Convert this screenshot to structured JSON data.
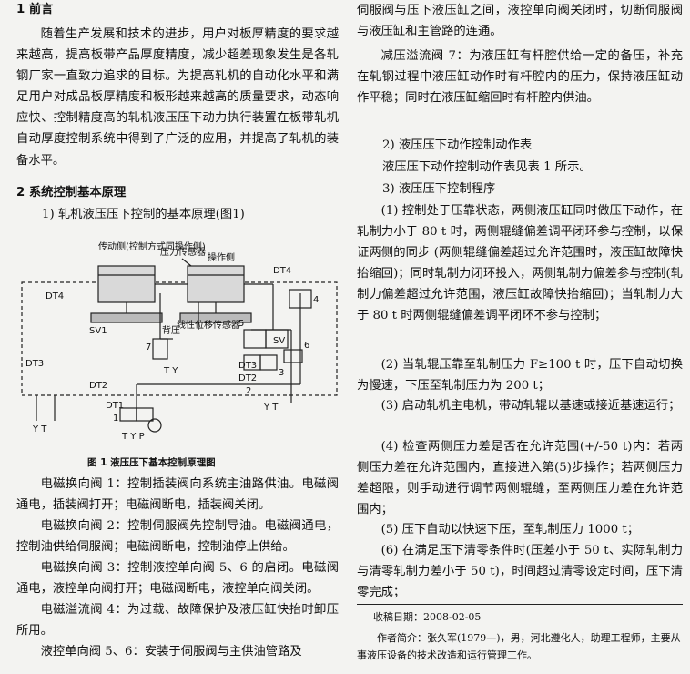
{
  "left": {
    "h1": "1  前言",
    "p1": "随着生产发展和技术的进步，用户对板厚精度的要求越来越高，提高板带产品厚度精度，减少超差现象发生是各轧钢厂家一直致力追求的目标。为提高轧机的自动化水平和满足用户对成品板厚精度和板形越来越高的质量要求，动态响应快、控制精度高的轧机液压压下动力执行装置在板带轧机自动厚度控制系统中得到了广泛的应用，并提高了轧机的装备水平。",
    "h2": "2  系统控制基本原理",
    "sub1": "1) 轧机液压压下控制的基本原理(图1)",
    "diagram": {
      "l_transmission": "传动侧(控制方式同操作侧)",
      "l_pressure": "压力传感器",
      "l_operation": "操作侧",
      "l_backpressure": "背压",
      "l_linear": "线性位移传感器",
      "l_dt4a": "DT4",
      "l_dt4b": "DT4",
      "l_sv1": "SV1",
      "l_sv": "SV",
      "l_dt3a": "DT3",
      "l_dt3b": "DT3",
      "l_dt2a": "DT2",
      "l_dt2b": "DT2",
      "l_dt1": "DT1",
      "l_n7": "7",
      "l_n2": "2",
      "l_n3": "3",
      "l_n4": "4",
      "l_n5": "5",
      "l_n6": "6",
      "l_n1": "1",
      "l_t1": "T Y",
      "l_t2": "Y  T",
      "l_t3": "Y T",
      "l_t4": "T Y  P"
    },
    "caption": "图 1   液压压下基本控制原理图",
    "p2": "电磁换向阀 1：控制插装阀向系统主油路供油。电磁阀通电，插装阀打开；电磁阀断电，插装阀关闭。",
    "p3": "电磁换向阀 2：控制伺服阀先控制导油。电磁阀通电，控制油供给伺服阀；电磁阀断电，控制油停止供给。",
    "p4": "电磁换向阀 3：控制液控单向阀 5、6 的启闭。电磁阀通电，液控单向阀打开；电磁阀断电，液控单向阀关闭。",
    "p5": "电磁溢流阀 4：为过载、故障保护及液压缸快抬时卸压所用。",
    "p6": "液控单向阀 5、6：安装于伺服阀与主供油管路及"
  },
  "right": {
    "p1": "伺服阀与压下液压缸之间，液控单向阀关闭时，切断伺服阀与液压缸和主管路的连通。",
    "p2": "减压溢流阀 7：为液压缸有杆腔供给一定的备压，补充在轧钢过程中液压缸动作时有杆腔内的压力，保持液压缸动作平稳；同时在液压缸缩回时有杆腔内供油。",
    "p3": "2) 液压压下动作控制动作表",
    "p4": "液压压下动作控制动作表见表 1 所示。",
    "p5": "3) 液压压下控制程序",
    "p6": "(1) 控制处于压靠状态，两侧液压缸同时做压下动作，在轧制力小于 80 t 时，两侧辊缝偏差调平闭环参与控制，以保证两侧的同步 (两侧辊缝偏差超过允许范围时，液压缸故障快抬缩回)；同时轧制力闭环投入，两侧轧制力偏差参与控制(轧制力偏差超过允许范围，液压缸故障快抬缩回)；当轧制力大于 80 t 时两侧辊缝偏差调平闭环不参与控制；",
    "p7": "(2) 当轧辊压靠至轧制压力 F≥100 t 时，压下自动切换为慢速，下压至轧制压力为 200 t；",
    "p8": "(3) 启动轧机主电机，带动轧辊以基速或接近基速运行；",
    "p9": "(4) 检查两侧压力差是否在允许范围(+/-50 t)内：若两侧压力差在允许范围内，直接进入第(5)步操作；若两侧压力差超限，则手动进行调节两侧辊缝，至两侧压力差在允许范围内；",
    "p10": "(5) 压下自动以快速下压，至轧制压力 1000 t；",
    "p11": "(6) 在满足压下清零条件时(压差小于 50 t、实际轧制力与清零轧制力差小于 50 t)，时间超过清零设定时间，压下清零完成；",
    "received": "收稿日期：2008-02-05",
    "author": "作者简介：张久军(1979—)，男，河北遵化人，助理工程师，主要从事液压设备的技术改造和运行管理工作。"
  }
}
